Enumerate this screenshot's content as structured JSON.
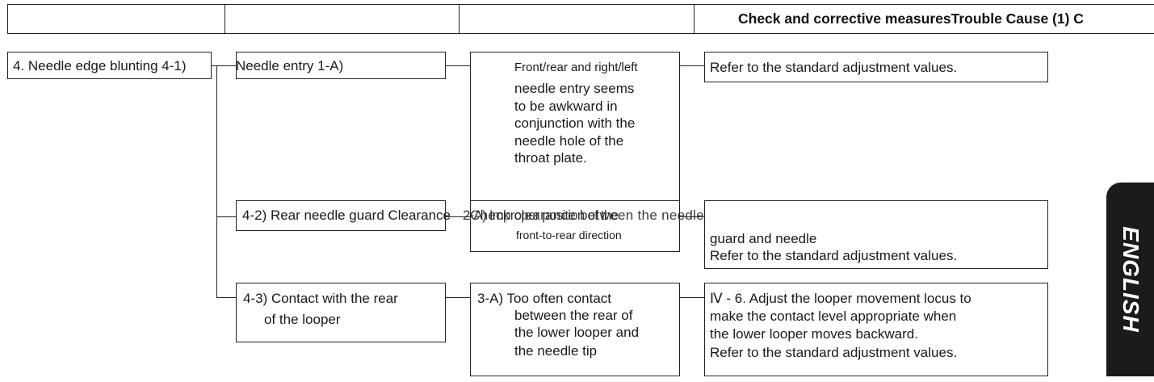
{
  "header": {
    "title": "Check and corrective measuresTrouble Cause (1) C"
  },
  "trouble": {
    "label": "4. Needle edge blunting 4-1)"
  },
  "rows": [
    {
      "cause": "Needle entry 1-A)",
      "check_lines": [
        "Front/rear and right/left",
        "needle entry seems",
        "to be awkward in",
        "conjunction with the",
        "needle hole of the",
        "throat plate."
      ],
      "measure_lines": [
        "Refer to the standard adjustment values."
      ]
    },
    {
      "cause_overlap": "4-2) Rear needle guard Clearance",
      "check_overlap": "2-A) Improper position of the",
      "measure_overlap": "Check clearance between the needle",
      "check_small": "front-to-rear direction",
      "measure_lines": [
        "guard and needle",
        "Refer to the standard adjustment values."
      ]
    },
    {
      "cause_lines": [
        "4-3) Contact with the rear",
        "of the looper"
      ],
      "check_lines": [
        "3-A) Too often contact",
        "between the rear of",
        "the lower looper and",
        "the needle tip"
      ],
      "measure_lines": [
        "Ⅳ - 6. Adjust the looper movement locus to",
        "make the contact level appropriate when",
        "the lower looper moves backward.",
        "Refer to the standard adjustment values."
      ]
    }
  ],
  "side_tab": {
    "label": "ENGLISH",
    "color": "#1b1b1b"
  }
}
